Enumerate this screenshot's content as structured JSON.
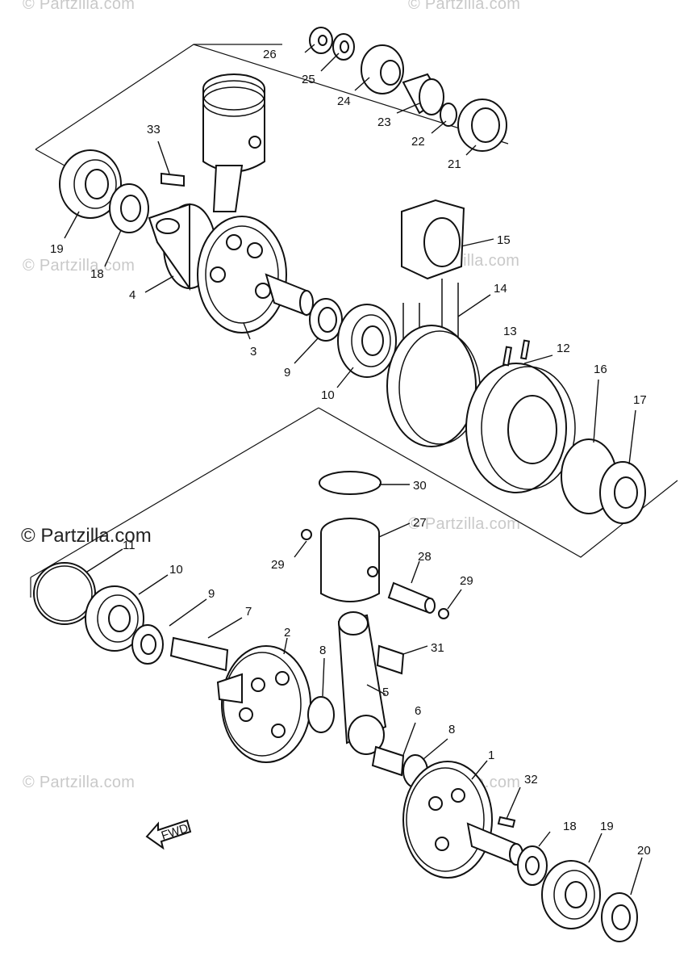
{
  "watermarks": {
    "top_left": "© Partzilla.com",
    "top_right": "© Partzilla.com",
    "mid_left": "© Partzilla.com",
    "mid_right": "© Partzilla.com",
    "lower_left": "© Partzilla.com",
    "lower_right": "© Partzilla.com",
    "main": "© Partzilla.com"
  },
  "fwd_label": "FWD",
  "callouts": {
    "c1": "1",
    "c2": "2",
    "c3": "3",
    "c4": "4",
    "c5": "5",
    "c6": "6",
    "c7": "7",
    "c8a": "8",
    "c8b": "8",
    "c9a": "9",
    "c9b": "9",
    "c10a": "10",
    "c10b": "10",
    "c11": "11",
    "c12": "12",
    "c13": "13",
    "c14": "14",
    "c15": "15",
    "c16": "16",
    "c17": "17",
    "c18a": "18",
    "c18b": "18",
    "c19a": "19",
    "c19b": "19",
    "c20": "20",
    "c21": "21",
    "c22": "22",
    "c23": "23",
    "c24": "24",
    "c25": "25",
    "c26": "26",
    "c27": "27",
    "c28": "28",
    "c29a": "29",
    "c29b": "29",
    "c30": "30",
    "c31": "31",
    "c32": "32",
    "c33": "33"
  }
}
